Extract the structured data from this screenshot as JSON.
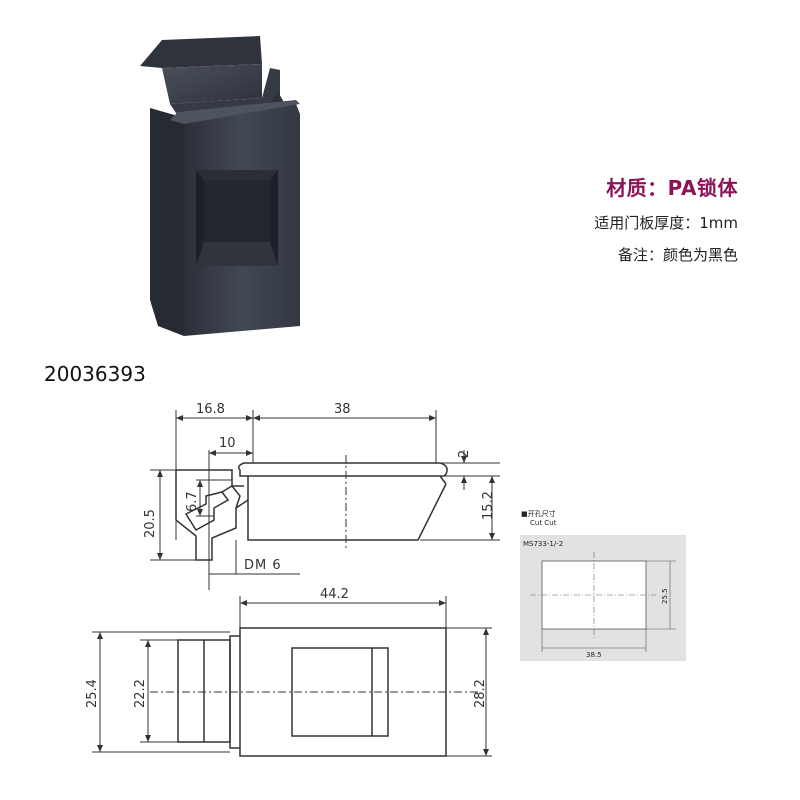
{
  "specs": {
    "material": "材质：PA锁体",
    "thickness": "适用门板厚度：1mm",
    "note": "备注：颜色为黑色"
  },
  "part_code": "20036393",
  "drawing": {
    "side_view": {
      "dim_16_8": "16.8",
      "dim_38": "38",
      "dim_10": "10",
      "dim_2": "2",
      "dim_6_7": "6.7",
      "dim_20_5": "20.5",
      "dim_15_2": "15.2",
      "dm_label": "DM 6"
    },
    "front_view": {
      "dim_44_2": "44.2",
      "dim_25_4": "25.4",
      "dim_22_2": "22.2",
      "dim_28_2": "28.2"
    },
    "cutout": {
      "title": "■开孔尺寸",
      "subtitle": "Cut Cut",
      "model": "MS733-1/-2",
      "width": "38.5",
      "height": "25.5"
    }
  },
  "colors": {
    "accent": "#8a1457",
    "product_body": "#3a3f4a",
    "cutout_panel": "#e2e2e2"
  }
}
